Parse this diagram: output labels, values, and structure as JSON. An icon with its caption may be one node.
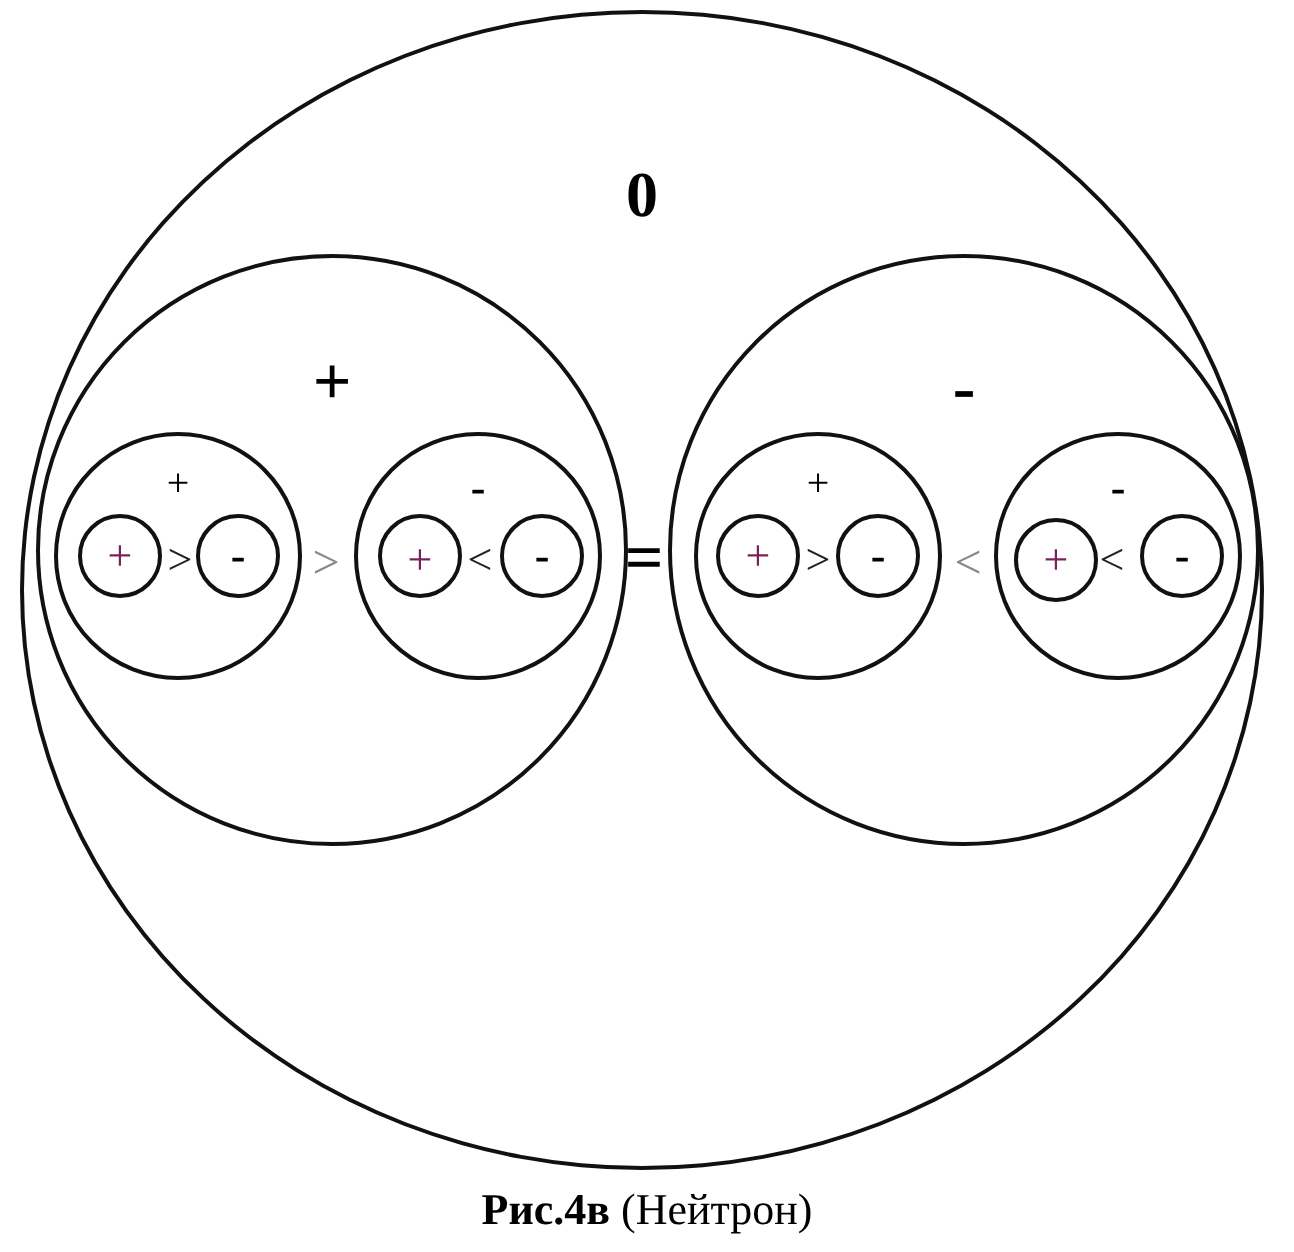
{
  "diagram": {
    "caption": "**Рис.4в** (Нейтрон)",
    "nodes": [
      {
        "text": [
          "0"
        ]
      },
      {
        "text": [
          "+"
        ],
        "in": 0
      },
      {
        "text": [
          "+"
        ],
        "in": 1
      },
      {
        "text": [
          "+"
        ],
        "in": 2
      },
      {
        "text": [
          "-"
        ],
        "in": 2
      },
      {
        "text": [
          "-"
        ],
        "in": 1
      },
      {
        "text": [
          "+"
        ],
        "in": 5
      },
      {
        "text": [
          "-"
        ],
        "in": 5
      },
      {
        "text": [
          "-"
        ],
        "in": 0
      },
      {
        "text": [
          "+"
        ],
        "in": 8
      },
      {
        "text": [
          "+"
        ],
        "in": 9
      },
      {
        "text": [
          "-"
        ],
        "in": 9
      },
      {
        "text": [
          "-"
        ],
        "in": 8
      },
      {
        "text": [
          "+"
        ],
        "in": 12
      },
      {
        "text": [
          "-"
        ],
        "in": 12
      }
    ],
    "labels": [
      ">",
      ">",
      "<",
      "=",
      ">",
      "<",
      "<"
    ]
  }
}
